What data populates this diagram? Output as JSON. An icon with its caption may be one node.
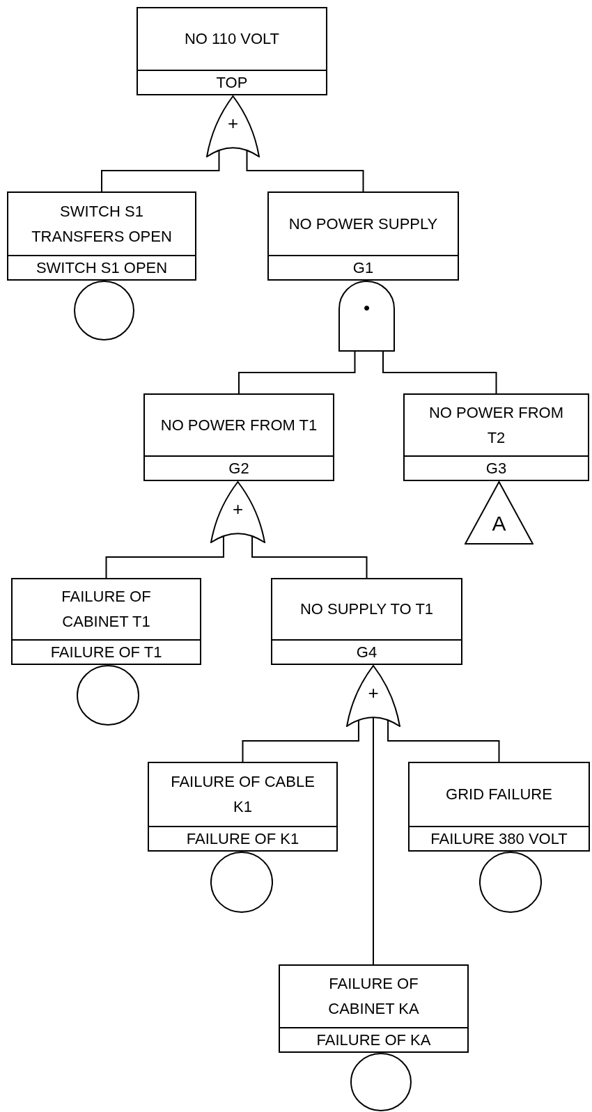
{
  "diagram": {
    "nodes": [
      {
        "text": [
          "NO 110 VOLT",
          "TOP"
        ]
      },
      {
        "text": [
          "+"
        ]
      },
      {
        "text": [
          "SWITCH S1 TRANSFERS OPEN",
          "SWITCH S1 OPEN"
        ]
      },
      {
        "text": [
          "NO POWER SUPPLY",
          "G1"
        ]
      },
      {
        "text": [],
        "shape": "circle"
      },
      {
        "text": [
          "•"
        ]
      },
      {
        "text": [
          "NO POWER FROM T1",
          "G2"
        ]
      },
      {
        "text": [
          "NO POWER FROM T2",
          "G3"
        ]
      },
      {
        "text": [
          "+"
        ]
      },
      {
        "text": [
          "A"
        ]
      },
      {
        "text": [
          "FAILURE OF CABINET T1",
          "FAILURE OF T1"
        ]
      },
      {
        "text": [
          "NO SUPPLY TO T1",
          "G4"
        ]
      },
      {
        "text": [],
        "shape": "circle"
      },
      {
        "text": [
          "+"
        ]
      },
      {
        "text": [
          "FAILURE OF CABLE K1",
          "FAILURE OF K1"
        ]
      },
      {
        "text": [
          "GRID FAILURE",
          "FAILURE 380 VOLT"
        ]
      },
      {
        "text": [],
        "shape": "circle"
      },
      {
        "text": [],
        "shape": "circle"
      },
      {
        "text": [
          "FAILURE OF CABINET KA",
          "FAILURE OF KA"
        ]
      },
      {
        "text": [],
        "shape": "circle"
      }
    ],
    "edges": [
      {
        "from": 1,
        "to": 2,
        "arrow": "none"
      },
      {
        "from": 1,
        "to": 3,
        "arrow": "none"
      },
      {
        "from": 5,
        "to": 6,
        "arrow": "none"
      },
      {
        "from": 5,
        "to": 7,
        "arrow": "none"
      },
      {
        "from": 8,
        "to": 10,
        "arrow": "none"
      },
      {
        "from": 8,
        "to": 11,
        "arrow": "none"
      },
      {
        "from": 13,
        "to": 14,
        "arrow": "none"
      },
      {
        "from": 13,
        "to": 18,
        "arrow": "none"
      },
      {
        "from": 13,
        "to": 15,
        "arrow": "none"
      }
    ]
  }
}
